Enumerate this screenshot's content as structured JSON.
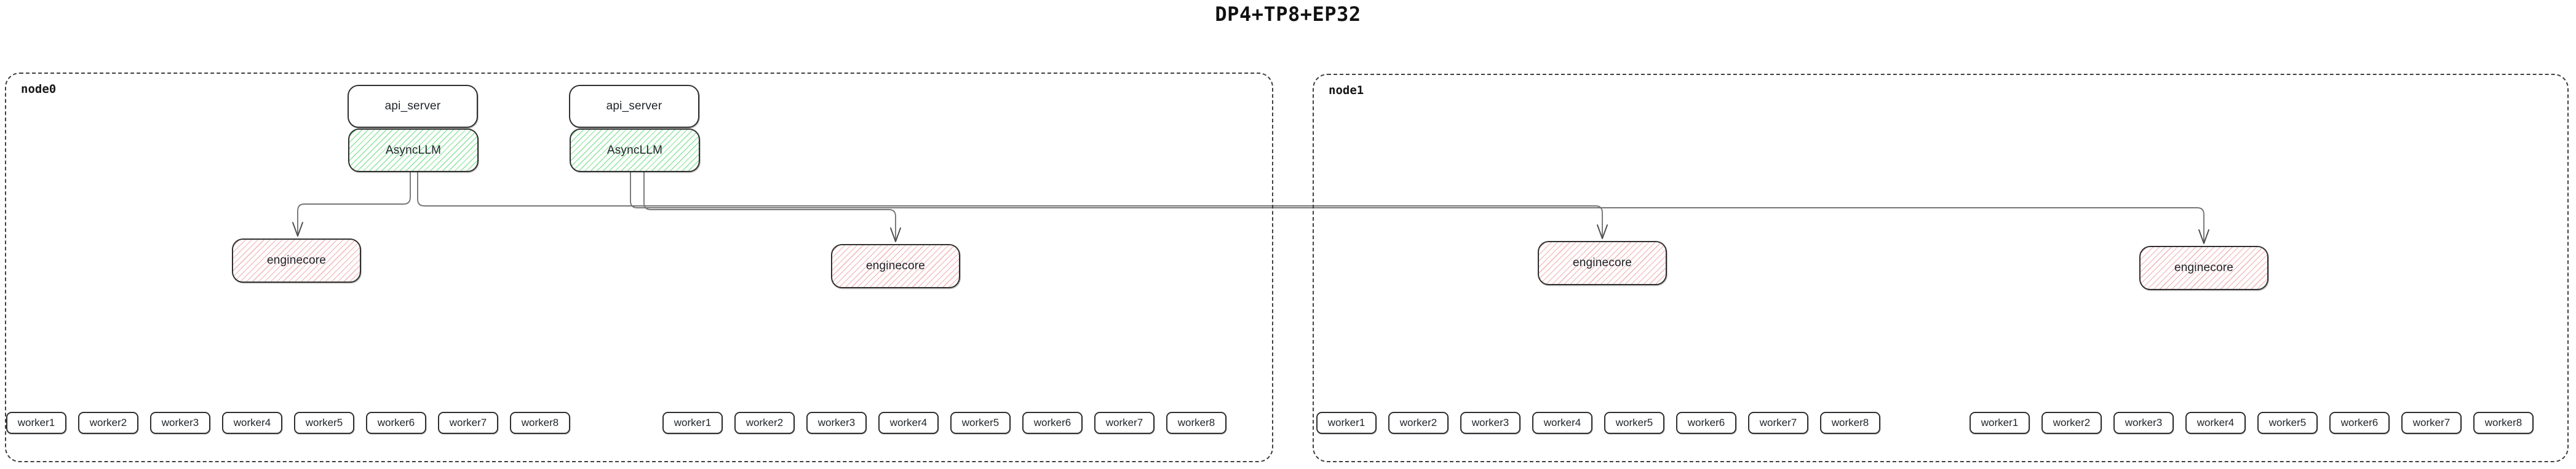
{
  "title": "DP4+TP8+EP32",
  "colors": {
    "green_hatch": "#8fe3a1",
    "red_hatch": "#f0b3b3",
    "box_border": "#2f2f2f",
    "node_border": "#3f3f3f",
    "connector": "#767676",
    "arrow": "#4a4a4a",
    "text": "#1f2328",
    "background": "#ffffff"
  },
  "node0": {
    "label": "node0",
    "api_server_left": {
      "server": "api_server",
      "async": "AsyncLLM"
    },
    "api_server_right": {
      "server": "api_server",
      "async": "AsyncLLM"
    },
    "enginecore_left": "enginecore",
    "enginecore_right": "enginecore",
    "workers_left": [
      "worker1",
      "worker2",
      "worker3",
      "worker4",
      "worker5",
      "worker6",
      "worker7",
      "worker8"
    ],
    "workers_right": [
      "worker1",
      "worker2",
      "worker3",
      "worker4",
      "worker5",
      "worker6",
      "worker7",
      "worker8"
    ]
  },
  "node1": {
    "label": "node1",
    "enginecore_left": "enginecore",
    "enginecore_right": "enginecore",
    "workers_left": [
      "worker1",
      "worker2",
      "worker3",
      "worker4",
      "worker5",
      "worker6",
      "worker7",
      "worker8"
    ],
    "workers_right": [
      "worker1",
      "worker2",
      "worker3",
      "worker4",
      "worker5",
      "worker6",
      "worker7",
      "worker8"
    ]
  }
}
